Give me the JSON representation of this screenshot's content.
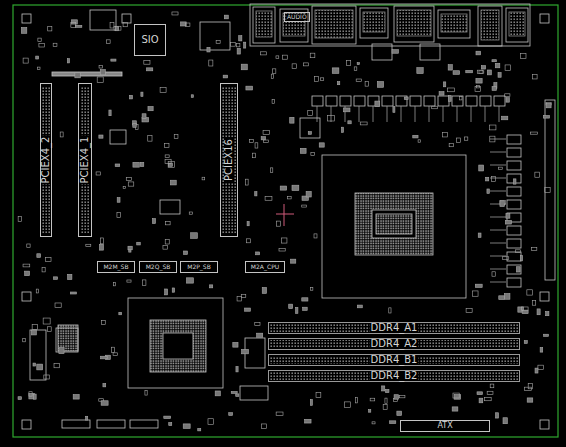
{
  "diagram": {
    "nodes": [
      {
        "text": [
          "SIO"
        ]
      },
      {
        "text": [
          "AUDIO"
        ]
      },
      {
        "text": [
          "PCIEX4_2"
        ]
      },
      {
        "text": [
          "PCIEX4_1"
        ]
      },
      {
        "text": [
          "PCIEX16"
        ]
      },
      {
        "text": [
          "M2M_SB"
        ]
      },
      {
        "text": [
          "M2Q_SB"
        ]
      },
      {
        "text": [
          "M2P_SB"
        ]
      },
      {
        "text": [
          "M2A_CPU"
        ]
      },
      {
        "text": [
          "DDR4_A1"
        ]
      },
      {
        "text": [
          "DDR4_A2"
        ]
      },
      {
        "text": [
          "DDR4_B1"
        ]
      },
      {
        "text": [
          "DDR4_B2"
        ]
      },
      {
        "text": [
          "ATX"
        ]
      }
    ]
  }
}
